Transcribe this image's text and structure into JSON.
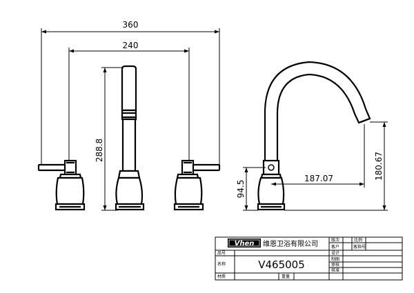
{
  "dimensions": {
    "width_total": "360",
    "width_center": "240",
    "height_spout_front": "288.8",
    "height_base_side": "94.5",
    "reach": "187.07",
    "height_outlet": "180.67"
  },
  "title_block": {
    "logo": "Vhen",
    "company": "维恩卫浴有限公司",
    "model": "V465005",
    "labels": {
      "version": "版次",
      "customer": "客户",
      "design": "设计",
      "drawing": "制图",
      "review": "审核",
      "approve": "核准",
      "ratio": "比例",
      "customer_no": "客指号",
      "part_no": "品号",
      "name": "名称",
      "material": "材质",
      "weight": "重量"
    }
  },
  "colors": {
    "line": "#000000",
    "logo_bg": "#000000"
  }
}
